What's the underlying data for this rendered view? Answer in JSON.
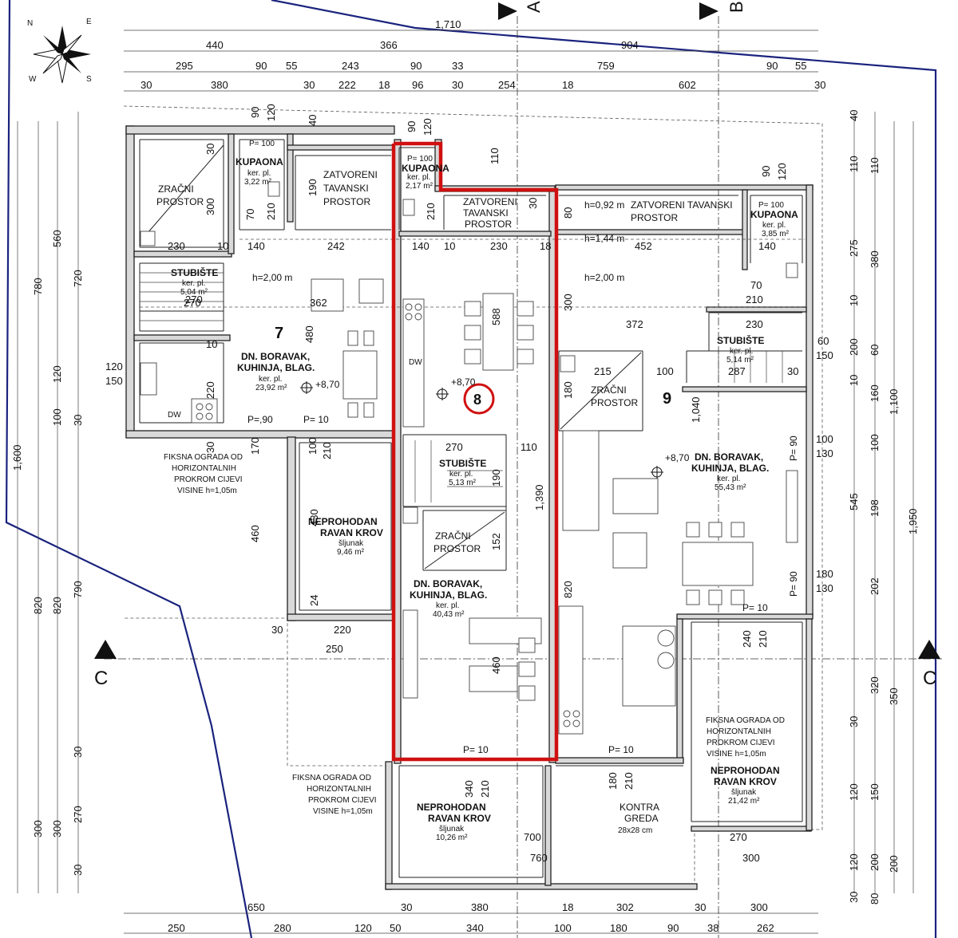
{
  "compass": {
    "n": "N",
    "s": "S",
    "e": "E",
    "w": "W"
  },
  "section_markers": {
    "a": "A",
    "b": "B",
    "c_left": "C",
    "c_right": "C"
  },
  "dims_top": {
    "row1": [
      "1,710"
    ],
    "row2": [
      "440",
      "366",
      "904"
    ],
    "row3": [
      "295",
      "90",
      "55",
      "243",
      "90",
      "33",
      "759",
      "90",
      "55"
    ],
    "row4": [
      "30",
      "380",
      "30",
      "222",
      "18",
      "96",
      "30",
      "254",
      "18",
      "602",
      "30"
    ]
  },
  "dims_bottom": {
    "row1": [
      "650",
      "30",
      "380",
      "18",
      "302",
      "30",
      "300"
    ],
    "row2": [
      "250",
      "280",
      "120",
      "50",
      "340",
      "100",
      "180",
      "90",
      "38",
      "262"
    ]
  },
  "dims_left": {
    "outer": [
      "1,600"
    ],
    "mid": [
      "780",
      "820",
      "300"
    ],
    "in1": [
      "560",
      "120",
      "100",
      "820",
      "300"
    ],
    "in2": [
      "720",
      "30",
      "790",
      "30",
      "270",
      "30"
    ]
  },
  "dims_right": {
    "outer": [
      "1,950"
    ],
    "mid": [
      "1,100",
      "350",
      "200"
    ],
    "in1": [
      "110",
      "380",
      "60",
      "160",
      "100",
      "198",
      "202",
      "320",
      "150",
      "200",
      "80"
    ],
    "in2": [
      "40",
      "110",
      "275",
      "10",
      "200",
      "10",
      "545",
      "30",
      "120",
      "120",
      "30"
    ]
  },
  "units": {
    "u7": "7",
    "u8": "8",
    "u9": "9"
  },
  "rooms": {
    "zracni": "ZRAČNI",
    "prostor": "PROSTOR",
    "kupaona": "KUPAONA",
    "zatvoreni": "ZATVORENI",
    "tavanski": "TAVANSKI",
    "zatvoreni_tavanski": "ZATVORENI TAVANSKI",
    "h092": "h=0,92 m",
    "h144": "h=1,44 m",
    "h200": "h=2,00 m",
    "stubiste": "STUBIŠTE",
    "boravak": "DN. BORAVAK,",
    "kuhinja": "KUHINJA, BLAG.",
    "ker_pl": "ker. pl.",
    "neprohodan": "NEPROHODAN",
    "ravan_krov": "RAVAN KROV",
    "sljunak": "šljunak",
    "kontra": "KONTRA",
    "greda": "GREDA",
    "greda_dim": "28x28 cm",
    "level": "+8,70",
    "p100": "P= 100",
    "p90": "P=,90",
    "p10": "P= 10",
    "p90b": "P= 90",
    "dw": "DW"
  },
  "areas": {
    "k7": "3,22 m²",
    "k8": "2,17 m²",
    "k9": "3,85 m²",
    "s7": "5,04 m²",
    "s8": "5,13 m²",
    "s9": "5,14 m²",
    "b7": "23,92 m²",
    "b8": "40,43 m²",
    "b9": "55,43 m²",
    "r1": "9,46 m²",
    "r2": "10,26 m²",
    "r3": "21,42 m²"
  },
  "railing": {
    "l1": "FIKSNA OGRADA OD",
    "l2": "HORIZONTALNIH",
    "l3": "PROKROM CIJEVI",
    "l4": "VISINE h=1,05m"
  },
  "inner_dims": {
    "a": "230",
    "b": "140",
    "c": "10",
    "d": "242",
    "e": "140",
    "f": "10",
    "g": "230",
    "h": "18",
    "i": "452",
    "j": "140",
    "k": "270",
    "l": "362",
    "m": "480",
    "n": "220",
    "o": "372",
    "p": "588",
    "q": "300",
    "r": "230",
    "s": "287",
    "t": "215",
    "u": "100",
    "v": "1,040",
    "w": "180",
    "x": "270",
    "y": "110",
    "z": "1,390",
    "aa": "190",
    "ab": "152",
    "ac": "820",
    "ad": "460",
    "ae": "430",
    "af": "460",
    "ag": "24",
    "ah": "220",
    "ai": "250",
    "aj": "30",
    "ak": "700",
    "al": "760",
    "am": "270",
    "an": "300",
    "ao": "340",
    "ap": "210",
    "aq": "180",
    "ar": "210",
    "as": "240",
    "at": "210",
    "au": "120",
    "av": "150",
    "aw": "100",
    "ax": "130",
    "ay": "180",
    "az": "130",
    "ba": "60",
    "bb": "150",
    "bc": "190",
    "bd": "300",
    "be": "210",
    "bf": "70",
    "bg": "210",
    "bh": "90",
    "bi": "120",
    "bj": "90",
    "bk": "120",
    "bl": "90",
    "bm": "120",
    "bn": "40",
    "bo": "110",
    "bp": "30",
    "bq": "80",
    "br": "30",
    "bs": "170",
    "bt": "210",
    "bu": "100",
    "bv": "270",
    "bw": "30",
    "bx": "70",
    "by": "210",
    "bz": "10",
    "ca": "30"
  }
}
